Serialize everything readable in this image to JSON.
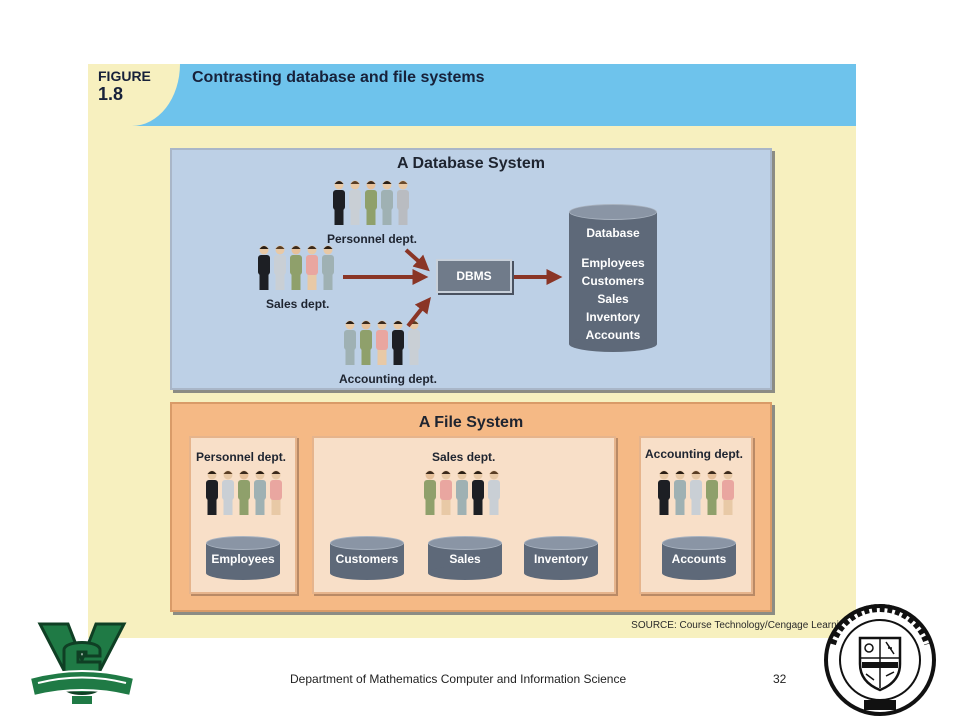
{
  "figure": {
    "label_top": "FIGURE",
    "label_num": "1.8",
    "title": "Contrasting database and file systems",
    "source": "SOURCE: Course Technology/Cengage Learning"
  },
  "db_system": {
    "title": "A Database System",
    "personnel_label": "Personnel dept.",
    "sales_label": "Sales dept.",
    "accounting_label": "Accounting dept.",
    "dbms_label": "DBMS",
    "database": {
      "title": "Database",
      "items": [
        "Employees",
        "Customers",
        "Sales",
        "Inventory",
        "Accounts"
      ]
    }
  },
  "file_system": {
    "title": "A File System",
    "personnel": {
      "label": "Personnel dept.",
      "files": [
        "Employees"
      ]
    },
    "sales": {
      "label": "Sales dept.",
      "files": [
        "Customers",
        "Sales",
        "Inventory"
      ]
    },
    "accounting": {
      "label": "Accounting dept.",
      "files": [
        "Accounts"
      ]
    }
  },
  "footer": {
    "text": "Department of Mathematics Computer and Information Science",
    "page": "32"
  },
  "colors": {
    "header_blue": "#6ec3ec",
    "card_cream": "#f7f0bf",
    "db_panel": "#bdd0e6",
    "fs_panel": "#f5b985",
    "arrow": "#8a3526",
    "cylinder": "#5e6979",
    "logo_green": "#1f7a45"
  },
  "icons": {
    "people_group": "people-group-icon",
    "left_logo": "mvsu-logo-icon",
    "right_seal": "university-seal-icon"
  }
}
